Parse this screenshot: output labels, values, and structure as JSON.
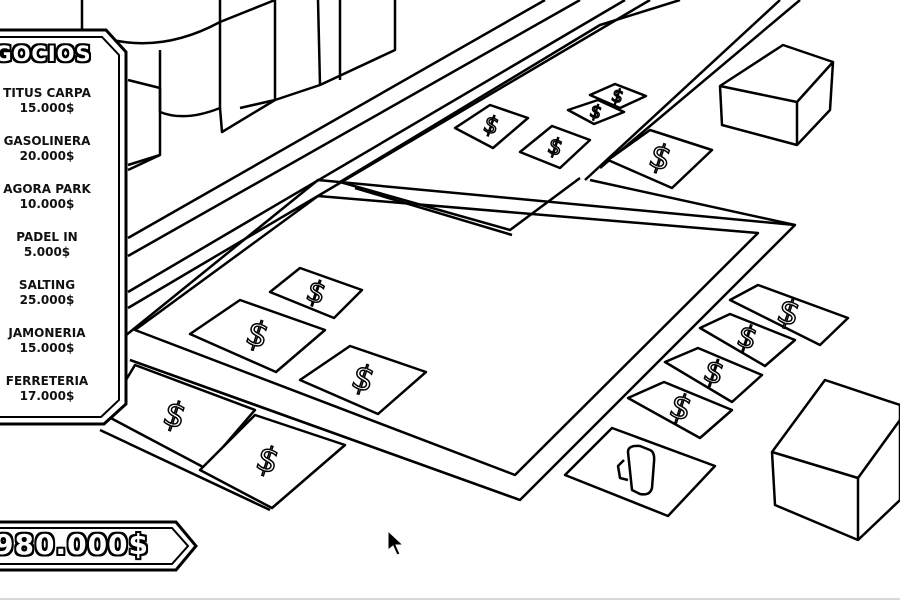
{
  "panel": {
    "title": "GOCIOS",
    "items": [
      {
        "name": "TITUS CARPA",
        "price": "15.000$"
      },
      {
        "name": "GASOLINERA",
        "price": "20.000$"
      },
      {
        "name": "AGORA PARK",
        "price": "10.000$"
      },
      {
        "name": "PADEL IN",
        "price": "5.000$"
      },
      {
        "name": "SALTING",
        "price": "25.000$"
      },
      {
        "name": "JAMONERIA",
        "price": "15.000$"
      },
      {
        "name": "FERRETERIA",
        "price": "17.000$"
      }
    ]
  },
  "money": {
    "amount": "980.000$"
  },
  "lots": {
    "symbol": "$"
  },
  "icons": [
    "dollar-lot-icon",
    "gas-pump-icon",
    "cursor-arrow-icon"
  ],
  "colors": {
    "ink": "#000000",
    "paper": "#ffffff"
  }
}
